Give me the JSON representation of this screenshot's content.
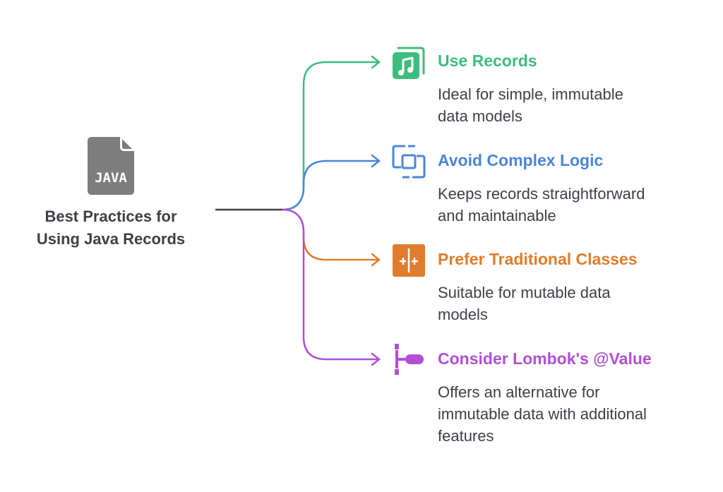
{
  "root": {
    "icon": "java-file-icon",
    "icon_text": "JAVA",
    "title_lines": [
      "Best Practices for",
      "Using Java Records"
    ]
  },
  "branches": [
    {
      "title": "Use Records",
      "color": "#3dbd7d",
      "icon": "music-note-icon",
      "description_lines": [
        "Ideal for simple, immutable",
        "data models"
      ]
    },
    {
      "title": "Avoid Complex Logic",
      "color": "#4a86d8",
      "icon": "linked-squares-icon",
      "description_lines": [
        "Keeps records straightforward",
        "and maintainable"
      ]
    },
    {
      "title": "Prefer Traditional Classes",
      "color": "#e07c2c",
      "icon": "split-panel-icon",
      "description_lines": [
        "Suitable for mutable data",
        "models"
      ]
    },
    {
      "title": "Consider Lombok's @Value",
      "color": "#b24fd6",
      "icon": "plug-icon",
      "description_lines": [
        "Offers an alternative for",
        "immutable data with additional",
        "features"
      ]
    }
  ]
}
